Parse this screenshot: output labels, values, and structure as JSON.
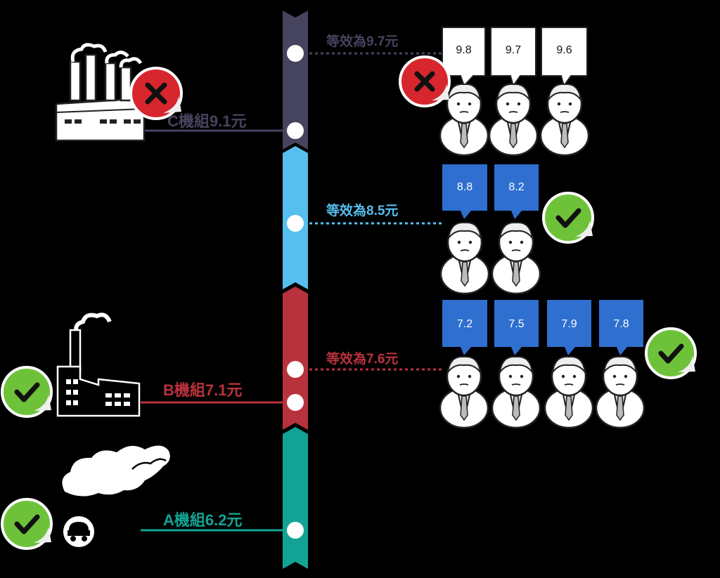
{
  "colors": {
    "background": "#000000",
    "tier_c": "#46435e",
    "tier_high": "#56bfee",
    "tier_b": "#b8323d",
    "tier_a": "#13a394",
    "check": "#6ec23a",
    "cross": "#d8262e",
    "quote_box_blue": "#2f6fcf"
  },
  "labels": {
    "c_unit": "C機組9.1元",
    "b_unit": "B機組7.1元",
    "a_unit": "A機組6.2元",
    "eq_top": "等效為9.7元",
    "eq_mid": "等效為8.5元",
    "eq_low": "等效為7.6元"
  },
  "bids": {
    "top": [
      "9.8",
      "9.7",
      "9.6"
    ],
    "mid": [
      "8.8",
      "8.2"
    ],
    "low": [
      "7.2",
      "7.5",
      "7.9",
      "7.8"
    ]
  },
  "status": {
    "c_plant": "cross-icon",
    "b_plant": "check-icon",
    "a_plant": "check-icon",
    "top_group": "cross-icon",
    "mid_group": "check-icon",
    "low_group": "check-icon"
  }
}
